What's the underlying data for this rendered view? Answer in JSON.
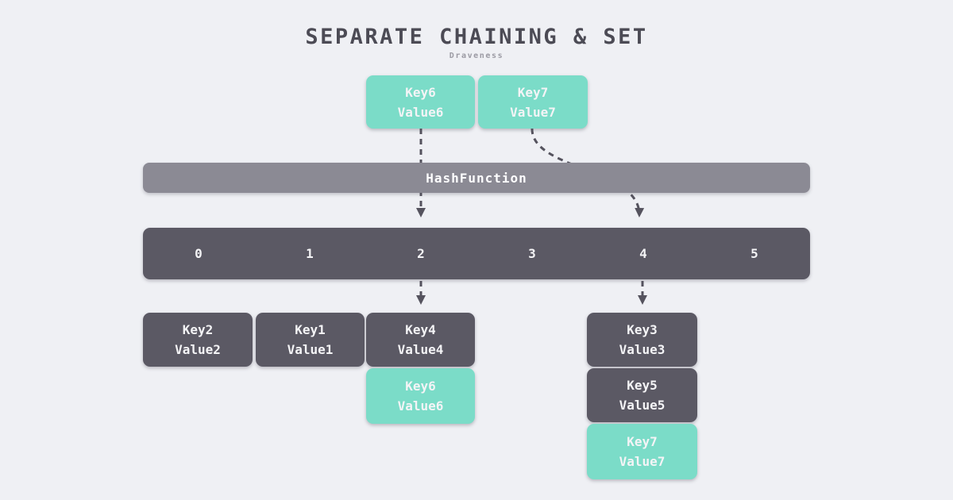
{
  "title": "SEPARATE CHAINING & SET",
  "subtitle": "Draveness",
  "hash_function_label": "HashFunction",
  "buckets": [
    "0",
    "1",
    "2",
    "3",
    "4",
    "5"
  ],
  "inputs": [
    {
      "key": "Key6",
      "value": "Value6"
    },
    {
      "key": "Key7",
      "value": "Value7"
    }
  ],
  "chains": [
    {
      "bucket": "0",
      "entries": [
        {
          "key": "Key2",
          "value": "Value2",
          "color": "dark"
        }
      ]
    },
    {
      "bucket": "1",
      "entries": [
        {
          "key": "Key1",
          "value": "Value1",
          "color": "dark"
        }
      ]
    },
    {
      "bucket": "2",
      "entries": [
        {
          "key": "Key4",
          "value": "Value4",
          "color": "dark"
        },
        {
          "key": "Key6",
          "value": "Value6",
          "color": "teal"
        }
      ]
    },
    {
      "bucket": "4",
      "entries": [
        {
          "key": "Key3",
          "value": "Value3",
          "color": "dark"
        },
        {
          "key": "Key5",
          "value": "Value5",
          "color": "dark"
        },
        {
          "key": "Key7",
          "value": "Value7",
          "color": "teal"
        }
      ]
    }
  ],
  "colors": {
    "background": "#EFF0F4",
    "teal": "#7BDCC8",
    "dark_box": "#5B5964",
    "hash_bar": "#8B8A94",
    "arrow": "#55535E",
    "title_text": "#4C4B55",
    "box_text": "#F4F4F6"
  }
}
